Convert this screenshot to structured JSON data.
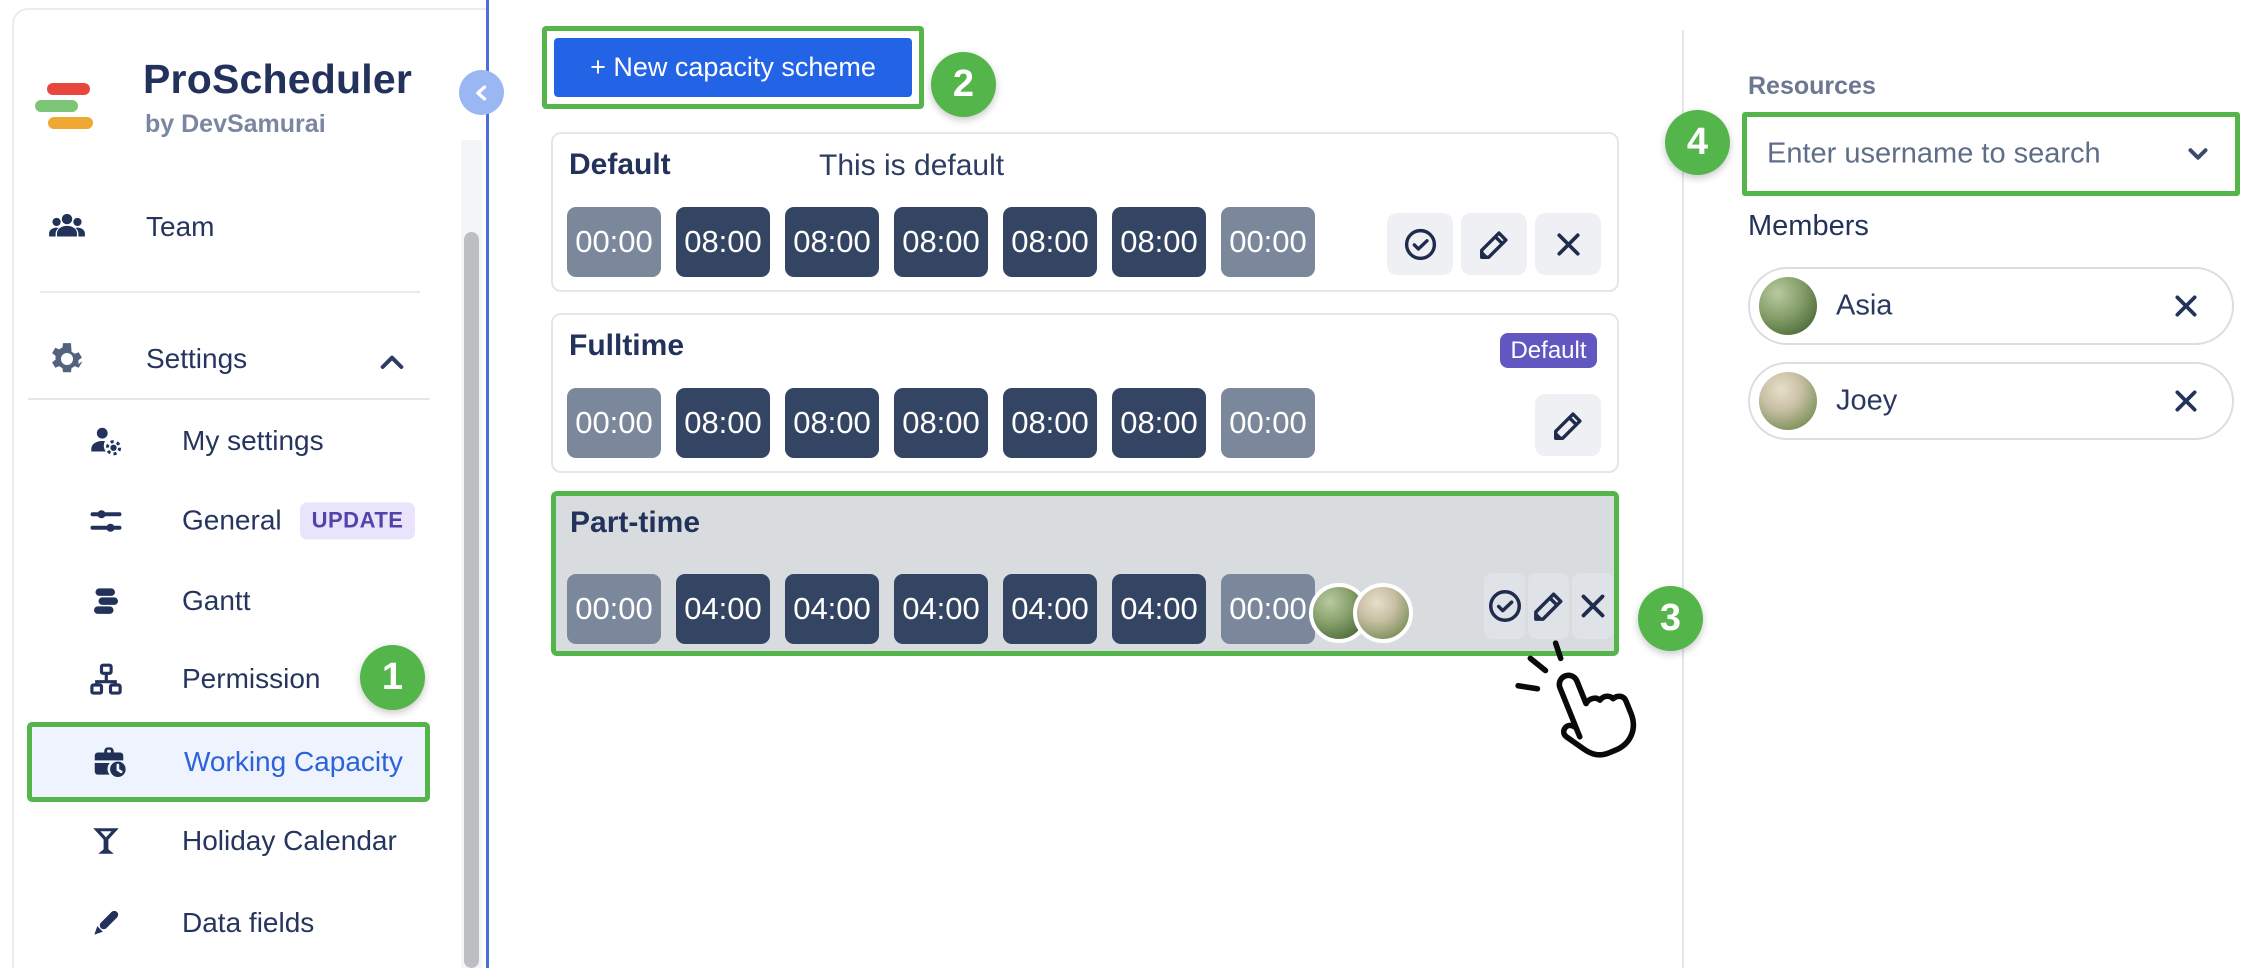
{
  "app": {
    "title": "ProScheduler",
    "byline": "by DevSamurai"
  },
  "sidebar": {
    "team": "Team",
    "settings": "Settings",
    "items": [
      {
        "label": "My settings"
      },
      {
        "label": "General",
        "badge": "UPDATE"
      },
      {
        "label": "Gantt"
      },
      {
        "label": "Permission"
      },
      {
        "label": "Working Capacity",
        "active": true
      },
      {
        "label": "Holiday Calendar"
      },
      {
        "label": "Data fields"
      }
    ]
  },
  "toolbar": {
    "new_scheme_label": "+ New capacity scheme"
  },
  "schemes": [
    {
      "name": "Default",
      "note": "This is default",
      "hours": [
        "00:00",
        "08:00",
        "08:00",
        "08:00",
        "08:00",
        "08:00",
        "00:00"
      ]
    },
    {
      "name": "Fulltime",
      "badge": "Default",
      "hours": [
        "00:00",
        "08:00",
        "08:00",
        "08:00",
        "08:00",
        "08:00",
        "00:00"
      ]
    },
    {
      "name": "Part-time",
      "member_count": 2,
      "hours": [
        "00:00",
        "04:00",
        "04:00",
        "04:00",
        "04:00",
        "04:00",
        "00:00"
      ]
    }
  ],
  "resources": {
    "title": "Resources",
    "placeholder": "Enter username to search",
    "members_title": "Members",
    "members": [
      {
        "name": "Asia"
      },
      {
        "name": "Joey"
      }
    ]
  },
  "annotations": {
    "step1": "1",
    "step2": "2",
    "step3": "3",
    "step4": "4"
  },
  "colors": {
    "accent_green": "#54b54b",
    "primary_blue": "#2363e6",
    "navy_text": "#24335a",
    "chip_navy": "#344563",
    "chip_gray": "#7b889b",
    "badge_purple": "#6257c1",
    "update_badge_bg": "#e9e4fb",
    "update_badge_text": "#5243aa",
    "active_link_blue": "#2c63da",
    "sidebar_line_blue": "#4b6fd9"
  }
}
